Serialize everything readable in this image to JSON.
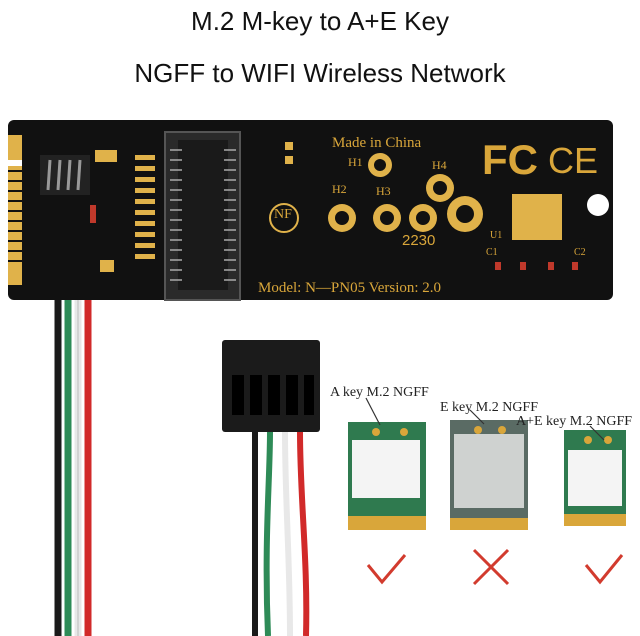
{
  "title": {
    "line1": "M.2 M-key to A+E Key",
    "line2": "NGFF to WIFI Wireless Network"
  },
  "board": {
    "made_in": "Made in China",
    "holes": [
      "H1",
      "H2",
      "H3",
      "H4"
    ],
    "size": "2230",
    "chip": "U1",
    "caps": [
      "C1",
      "C2"
    ],
    "model": "Model: N—PN05 Version: 2.0",
    "cert_fcc": "FC",
    "cert_ce": "CE",
    "cert_nf": "NF"
  },
  "cards": [
    {
      "label": "A key M.2 NGFF",
      "verdict": "check"
    },
    {
      "label": "E key M.2 NGFF",
      "verdict": "cross"
    },
    {
      "label": "A+E key M.2 NGFF",
      "verdict": "check"
    }
  ],
  "colors": {
    "pcb": "#111111",
    "gold": "#e0b24a",
    "check": "#d23b2e",
    "cross": "#d23b2e",
    "card": "#2f7a4f"
  }
}
